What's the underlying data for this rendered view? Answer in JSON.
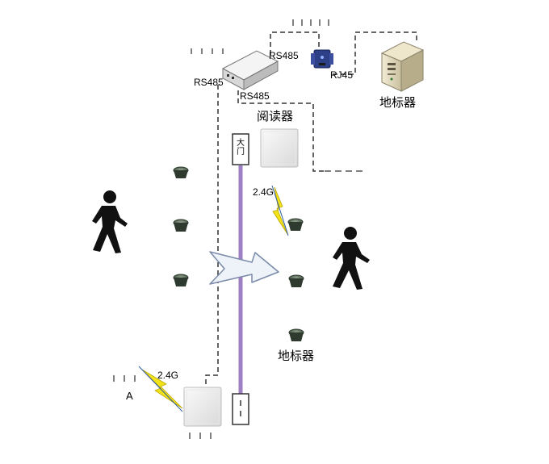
{
  "diagram": {
    "labels": {
      "rs485_top": "RS485",
      "rs485_left": "RS485",
      "rs485_bottom": "RS485",
      "rj45": "RJ45",
      "server_label": "地标器",
      "reader_label": "阅读器",
      "freq_upper": "2.4G",
      "freq_lower": "2.4G",
      "ground_marker_label": "地标器",
      "gate_label": "大\n门",
      "point_a": "A"
    },
    "icons": {
      "server": "server-icon",
      "converter": "converter-icon",
      "network_module": "network-adapter-icon",
      "reader": "reader-panel-icon",
      "ground_marker": "ground-marker-icon",
      "person": "walking-person-icon",
      "signal": "wireless-signal-icon",
      "direction": "direction-arrow-icon"
    },
    "colors": {
      "gate_line": "#9f7fc3",
      "signal": "#f2e21a",
      "arrow_fill": "#eef3fa",
      "dash_line": "#333333"
    }
  }
}
